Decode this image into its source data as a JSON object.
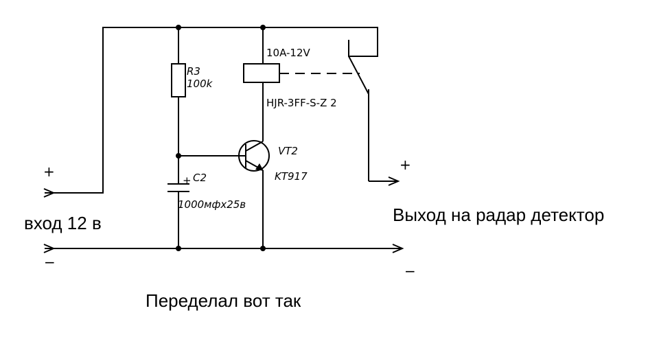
{
  "labels": {
    "r3_name": "R3",
    "r3_value": "100k",
    "c2_plus": "+",
    "c2_name": "C2",
    "c2_value": "1000мфх25в",
    "relay_rating": "10A-12V",
    "relay_model": "HJR-3FF-S-Z 2",
    "vt2_name": "VT2",
    "vt2_model": "KT917",
    "input_plus": "+",
    "input_minus": "−",
    "input_label": "вход 12 в",
    "output_plus": "+",
    "output_minus": "−",
    "output_label": "Выход на радар детектор",
    "caption": "Переделал вот так"
  }
}
